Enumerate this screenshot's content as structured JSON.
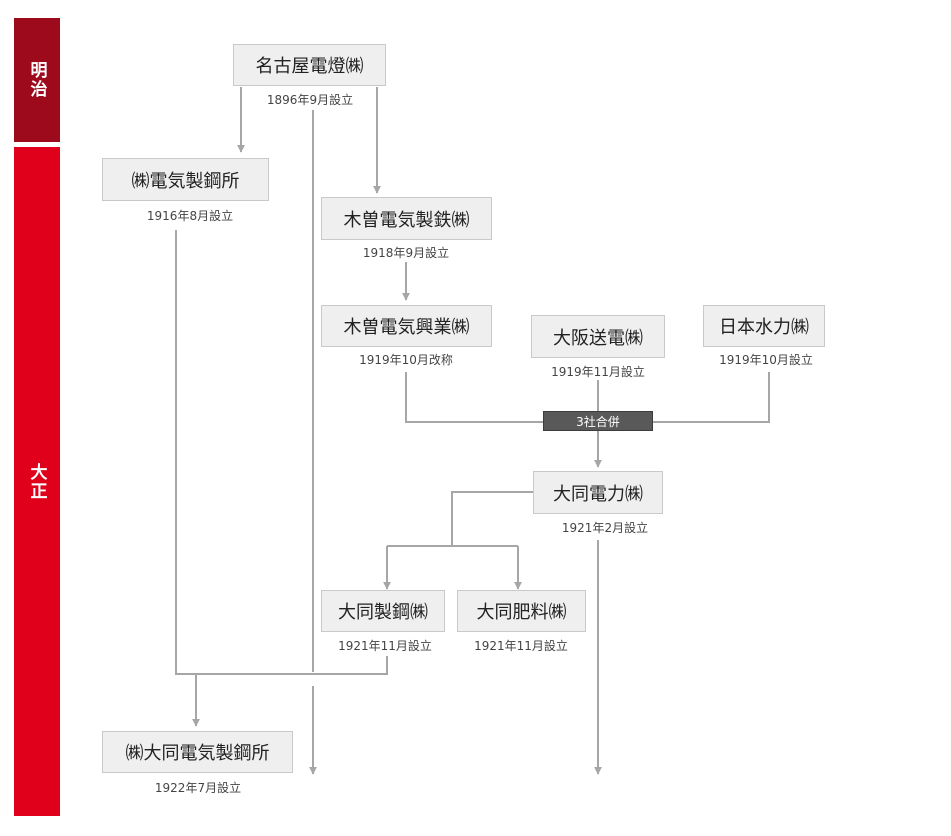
{
  "eras": {
    "meiji": "明治",
    "taisho": "大正"
  },
  "companies": {
    "nagoya_dento": {
      "name": "名古屋電燈㈱",
      "note": "1896年9月設立"
    },
    "denki_seikosho": {
      "name": "㈱電気製鋼所",
      "note": "1916年8月設立"
    },
    "kiso_seitetsu": {
      "name": "木曽電気製鉄㈱",
      "note": "1918年9月設立"
    },
    "kiso_kogyo": {
      "name": "木曽電気興業㈱",
      "note": "1919年10月改称"
    },
    "osaka_soden": {
      "name": "大阪送電㈱",
      "note": "1919年11月設立"
    },
    "nihon_suiryoku": {
      "name": "日本水力㈱",
      "note": "1919年10月設立"
    },
    "daido_denryoku": {
      "name": "大同電力㈱",
      "note": "1921年2月設立"
    },
    "daido_seiko": {
      "name": "大同製鋼㈱",
      "note": "1921年11月設立"
    },
    "daido_hiryo": {
      "name": "大同肥料㈱",
      "note": "1921年11月設立"
    },
    "daido_denki_seikosho": {
      "name": "㈱大同電気製鋼所",
      "note": "1922年7月設立"
    }
  },
  "merger_label": "3社合併",
  "colors": {
    "meiji_band": "#9c0a1c",
    "taisho_band": "#e0001b",
    "node_fill": "#efefef",
    "line": "#a6a6a6",
    "merge_badge": "#595959"
  }
}
